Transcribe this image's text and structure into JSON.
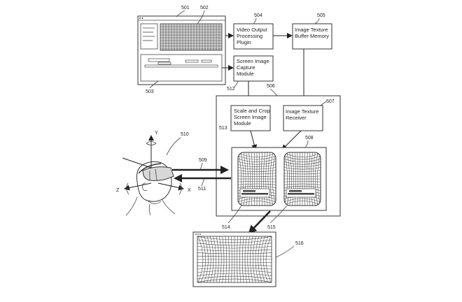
{
  "boxes": {
    "video_output": [
      "Video Output",
      "Processing",
      "Plugin"
    ],
    "texture_buffer": [
      "Image Texture",
      "Buffer Memory"
    ],
    "screen_capture": [
      "Screen Image",
      "Capture",
      "Module"
    ],
    "scale_crop": [
      "Scale and Crop",
      "Screen Image",
      "Module"
    ],
    "texture_receiver": [
      "Image Texture",
      "Receiver"
    ]
  },
  "refs": {
    "r501": "501",
    "r502": "502",
    "r503": "503",
    "r504": "504",
    "r505": "505",
    "r506": "506",
    "r507": "507",
    "r508": "508",
    "r509": "509",
    "r510": "510",
    "r511": "511",
    "r512": "512",
    "r513": "513",
    "r514": "514",
    "r515": "515",
    "r516": "516"
  },
  "axes": {
    "y": "Y",
    "x": "X",
    "z": "Z"
  }
}
